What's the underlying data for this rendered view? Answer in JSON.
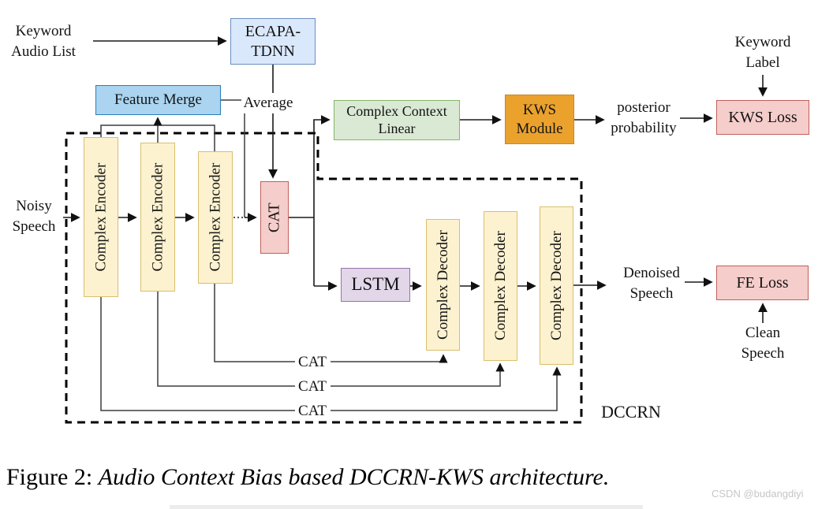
{
  "palette": {
    "box_blue_light_fill": "#dae8fc",
    "box_blue_light_border": "#6c8ebf",
    "box_blue_fill": "#aad4ef",
    "box_blue_border": "#2980b9",
    "box_yellow_fill": "#fdf2d0",
    "box_yellow_border": "#d9bf6e",
    "box_red_fill": "#f5cdca",
    "box_red_border": "#c0605c",
    "box_green_fill": "#d9e9d4",
    "box_green_border": "#84b567",
    "box_orange_fill": "#eba22d",
    "box_orange_border": "#c9861c",
    "box_purple_fill": "#e2d6e9",
    "box_purple_border": "#9673a6",
    "line_color": "#1a1a1a"
  },
  "nodes": {
    "keyword_audio_list": {
      "line1": "Keyword",
      "line2": "Audio List"
    },
    "ecapa": {
      "line1": "ECAPA-",
      "line2": "TDNN"
    },
    "feature_merge": {
      "label": "Feature Merge"
    },
    "average": {
      "label": "Average"
    },
    "noisy_speech": {
      "line1": "Noisy",
      "line2": "Speech"
    },
    "encoder": {
      "label": "Complex Encoder"
    },
    "cat": {
      "label": "CAT"
    },
    "complex_context_linear": {
      "line1": "Complex",
      "line2": "Context Linear"
    },
    "kws_module": {
      "line1": "KWS",
      "line2": "Module"
    },
    "posterior": {
      "line1": "posterior",
      "line2": "probability"
    },
    "keyword_label": {
      "line1": "Keyword",
      "line2": "Label"
    },
    "kws_loss": {
      "label": "KWS Loss"
    },
    "lstm": {
      "label": "LSTM"
    },
    "decoder": {
      "label": "Complex Decoder"
    },
    "denoised_speech": {
      "line1": "Denoised",
      "line2": "Speech"
    },
    "fe_loss": {
      "label": "FE Loss"
    },
    "clean_speech": {
      "line1": "Clean",
      "line2": "Speech"
    },
    "cat_skip": {
      "label": "CAT"
    },
    "dccrn": {
      "label": "DCCRN"
    }
  },
  "caption": {
    "prefix": "Figure 2: ",
    "title": "Audio Context Bias based DCCRN-KWS architecture."
  },
  "watermark": "CSDN @budangdiyi"
}
